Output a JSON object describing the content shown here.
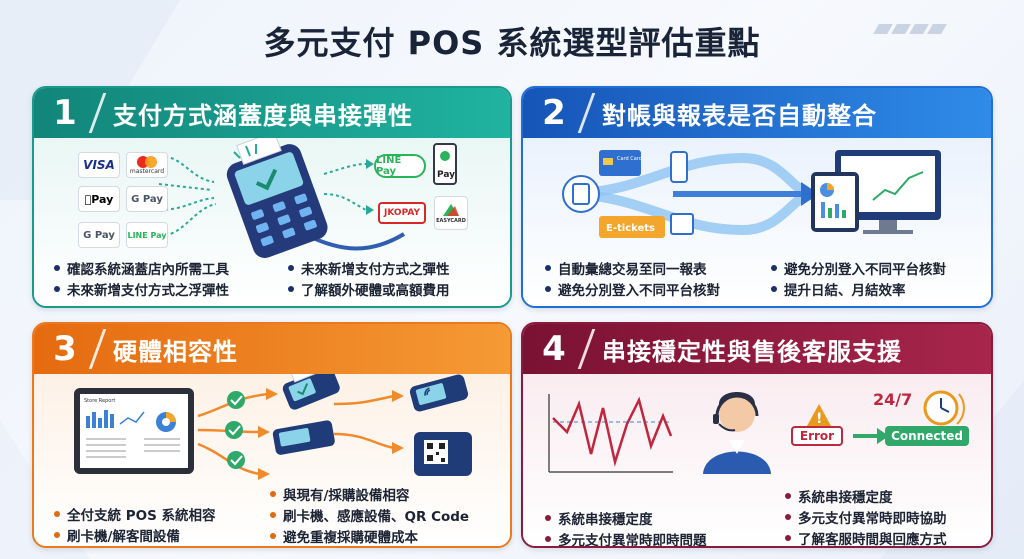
{
  "page": {
    "title": "多元支付 POS 系統選型評估重點"
  },
  "panels": [
    {
      "num": "1",
      "title": "支付方式涵蓋度與串接彈性",
      "logos": {
        "visa": "VISA",
        "mastercard": "mastercard",
        "apple_pay": "Pay",
        "google_pay": "G Pay",
        "line_pay_small": "LINE Pay",
        "google_pay_2": "G Pay",
        "line_pay": "LINE Pay",
        "pay": "Pay",
        "jkopay": "JKOPAY",
        "easycard": "EASYCARD"
      },
      "bullets_left": [
        "確認系統涵蓋店內所需工具",
        "未來新增支付方式之浮彈性"
      ],
      "bullets_right": [
        "未來新增支付方式之彈性",
        "了解額外硬體或高額費用"
      ]
    },
    {
      "num": "2",
      "title": "對帳與報表是否自動整合",
      "etickets": "E-tickets",
      "card_label": "Card Card",
      "bullets_left": [
        "自動彙總交易至同一報表",
        "避免分別登入不同平台核對"
      ],
      "bullets_right": [
        "避免分別登入不同平台核對",
        "提升日結、月結效率"
      ]
    },
    {
      "num": "3",
      "title": "硬體相容性",
      "tablet_title": "Store Report",
      "bullets_left": [
        "全付支統 POS 系統相容",
        "刷卡機/解客間設備"
      ],
      "bullets_right": [
        "與現有/採購設備相容",
        "刷卡機、感應設備、QR Code",
        "避免重複採購硬體成本"
      ]
    },
    {
      "num": "4",
      "title": "串接穩定性與售後客服支援",
      "error_label": "Error",
      "connected_label": "Connected",
      "availability": "24/7",
      "bullets_left": [
        "系統串接穩定度",
        "多元支付異常時即時問題"
      ],
      "bullets_right": [
        "系統串接穩定度",
        "多元支付異常時即時協助",
        "了解客服時間與回應方式"
      ]
    }
  ],
  "colors": {
    "panel1": "#1a9a8c",
    "panel2": "#1f6fd6",
    "panel3": "#ec7a1c",
    "panel4": "#8a1b3a"
  }
}
